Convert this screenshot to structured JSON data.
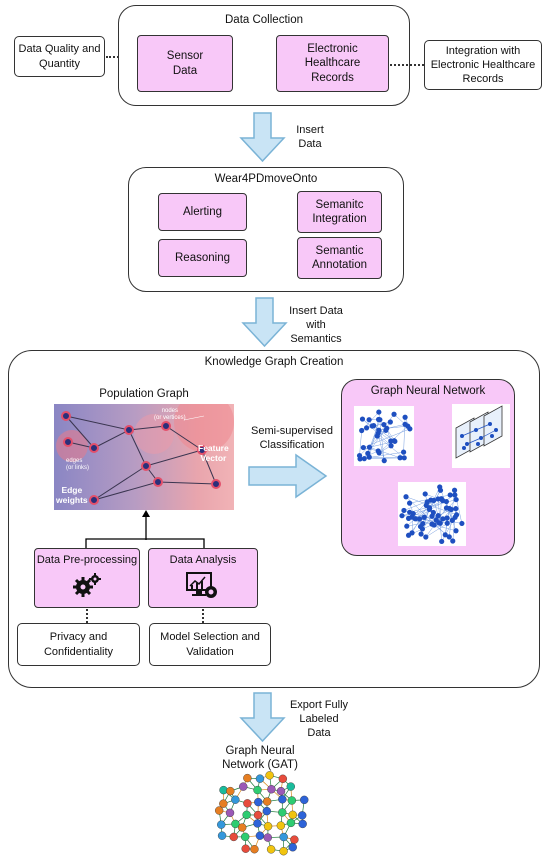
{
  "data_collection": {
    "title": "Data Collection",
    "sensor": "Sensor\nData",
    "ehr": "Electronic\nHealthcare\nRecords",
    "quality": "Data Quality and\nQuantity",
    "integration": "Integration with\nElectronic Healthcare\nRecords"
  },
  "arrow1_label": "Insert\nData",
  "onto": {
    "title": "Wear4PDmoveOnto",
    "alerting": "Alerting",
    "semantic_integration": "Semanitc\nIntegration",
    "reasoning": "Reasoning",
    "semantic_annotation": "Semantic\nAnnotation"
  },
  "arrow2_label": "Insert Data\nwith\nSemantics",
  "kg": {
    "title": "Knowledge Graph Creation",
    "population_graph": "Population Graph",
    "nodes_label": "nodes\n(or vertices)",
    "edges_label": "edges\n(or links)",
    "feature_vector": "Feature\nVector",
    "edge_weights": "Edge\nweights",
    "semi_supervised": "Semi-supervised\nClassification",
    "gnn_title": "Graph Neural Network",
    "preprocessing": "Data Pre-processing",
    "analysis": "Data Analysis",
    "privacy": "Privacy and\nConfidentiality",
    "model_selection": "Model Selection and\nValidation"
  },
  "arrow3_label": "Export Fully\nLabeled\nData",
  "gat_title": "Graph Neural\nNetwork (GAT)",
  "colors": {
    "pink_box": "#f8c8f8",
    "arrow_fill": "#c9e4f5",
    "arrow_stroke": "#7ab3d6",
    "node_blue": "#1e4fc0"
  }
}
